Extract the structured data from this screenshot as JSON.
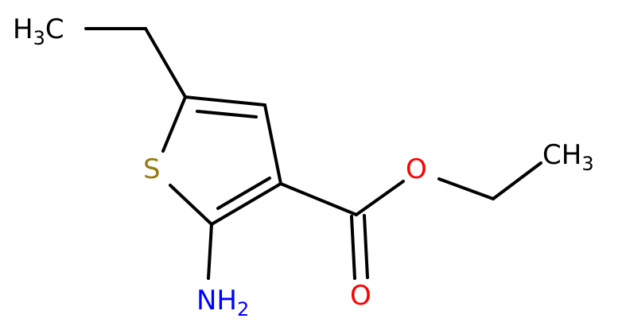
{
  "molecule": {
    "labels": {
      "h3c": {
        "main": "H",
        "sub": "3",
        "tail": "C"
      },
      "ch3": {
        "main": "CH",
        "sub": "3"
      },
      "sulfur": "S",
      "oxygen_ester": "O",
      "oxygen_carbonyl": "O",
      "nh2": {
        "main": "NH",
        "sub": "2"
      }
    },
    "colors": {
      "bond": "#000000",
      "carbon": "#000000",
      "sulfur": "#9a7a10",
      "oxygen": "#ff0000",
      "nitrogen": "#0000ff"
    }
  }
}
